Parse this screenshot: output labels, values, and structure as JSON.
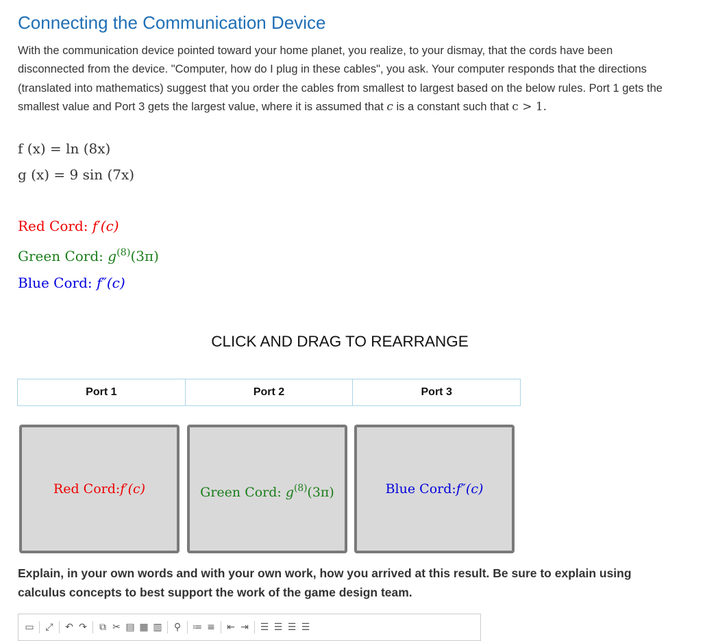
{
  "title": "Connecting the Communication Device",
  "intro": {
    "text": "With the communication device pointed toward your home planet, you realize, to your dismay, that the cords have been disconnected from the device. \"Computer, how do I plug in these cables\", you ask. Your computer responds that the directions (translated into mathematics) suggest that you order the cables from smallest to largest based on the below rules. Port 1 gets the smallest value and Port 3 gets the largest value, where it is assumed that ",
    "c": "c",
    "mid": " is a constant such that ",
    "inequality": "c > 1."
  },
  "functions": {
    "f": "f (x) = ln (8x)",
    "g": "g (x) = 9 sin (7x)"
  },
  "cords": {
    "red": {
      "label": "Red Cord: ",
      "expr": "f′(c)"
    },
    "green": {
      "label": "Green Cord: ",
      "base": "g",
      "sup": "(8)",
      "arg": "(3π)"
    },
    "blue": {
      "label": "Blue Cord: ",
      "expr": "f″(c)"
    }
  },
  "drag_instruction": "CLICK AND DRAG TO REARRANGE",
  "ports": [
    "Port 1",
    "Port 2",
    "Port 3"
  ],
  "explain_prompt": "Explain, in your own words and with your own work, how you arrived at this result. Be sure to explain using calculus concepts to best support the work of the game design team.",
  "colors": {
    "title": "#1f6fb5",
    "red": "#ee0000",
    "green": "#1a7d1a",
    "blue": "#0000dd",
    "port_border": "#a9d5e6",
    "card_bg": "#d9d9d9",
    "card_border": "#7a7a7a"
  },
  "toolbar_icons": [
    "source-icon",
    "maximize-icon",
    "undo-icon",
    "redo-icon",
    "copy-icon",
    "cut-icon",
    "paste-icon",
    "paste-text-icon",
    "paste-word-icon",
    "find-icon",
    "numbered-list-icon",
    "bulleted-list-icon",
    "outdent-icon",
    "indent-icon",
    "align-left-icon",
    "align-center-icon",
    "align-right-icon",
    "justify-icon"
  ]
}
